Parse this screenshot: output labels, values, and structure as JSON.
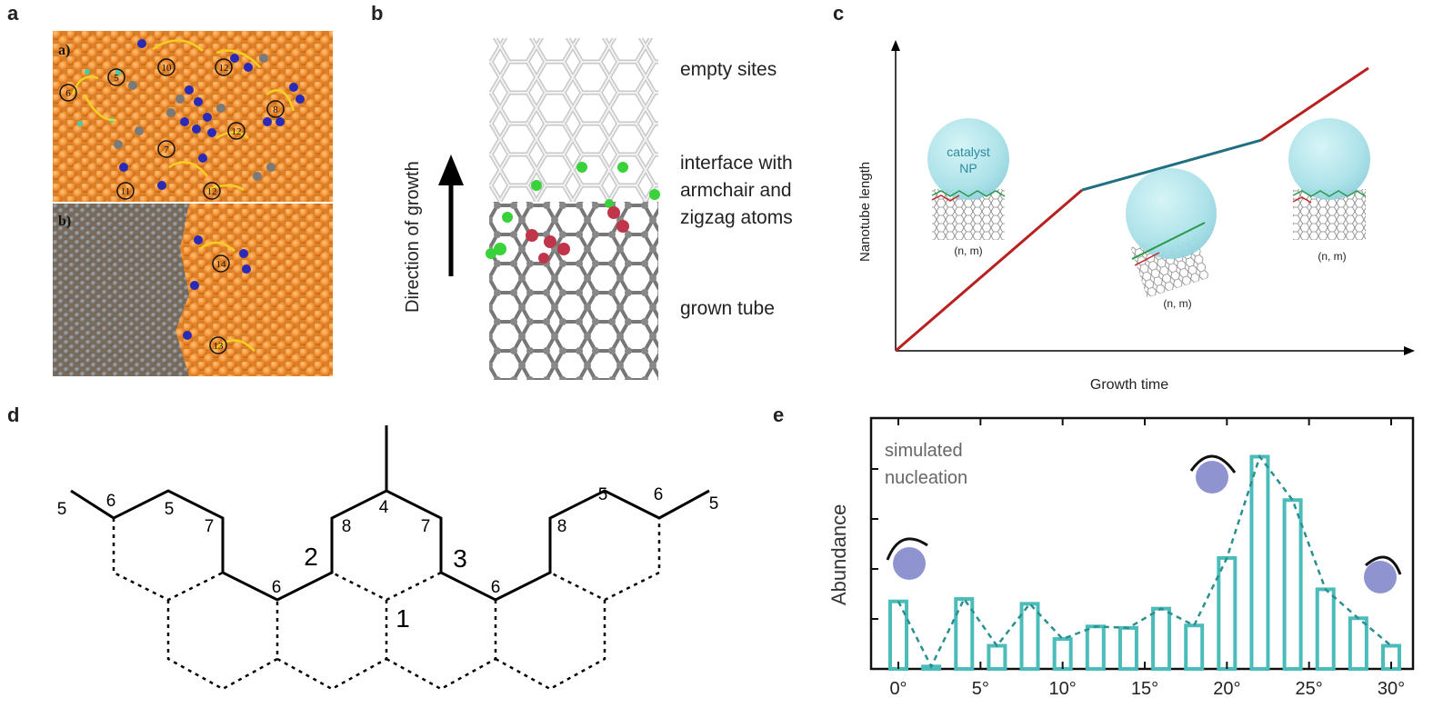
{
  "panels": {
    "a": {
      "label": "a",
      "sub_a": "a)",
      "sub_b": "b)",
      "site_numbers_top": [
        "10",
        "12",
        "5",
        "6",
        "8",
        "12",
        "7",
        "11",
        "12"
      ],
      "site_numbers_bottom": [
        "14",
        "13"
      ]
    },
    "b": {
      "label": "b",
      "arrow_label": "Direction of growth",
      "annotation_top": "empty sites",
      "annotation_mid": [
        "interface with",
        "armchair and",
        "zigzag atoms"
      ],
      "annotation_bottom": "grown tube"
    },
    "c": {
      "label": "c",
      "ylabel": "Nanotube length",
      "xlabel": "Growth time",
      "np_label": [
        "catalyst",
        "NP"
      ],
      "chirality_labels": [
        "(n, m)",
        "(n, m)",
        "(n, m)"
      ]
    },
    "d": {
      "label": "d",
      "numbers": [
        "5",
        "6",
        "5",
        "7",
        "6",
        "8",
        "4",
        "7",
        "6",
        "8",
        "5",
        "6",
        "5"
      ],
      "big_numbers": [
        "2",
        "1",
        "3"
      ]
    },
    "e": {
      "label": "e",
      "ylabel": "Abundance",
      "annotation": [
        "simulated",
        "nucleation"
      ]
    }
  },
  "chart_data": [
    {
      "type": "line",
      "xlabel": "Growth time",
      "ylabel": "Nanotube length",
      "series": [
        {
          "x": [
            0,
            1,
            2,
            3
          ],
          "y": [
            0,
            5.8,
            7.6,
            10.2
          ]
        }
      ],
      "colors": [
        "#b8211f",
        "#1f6f80",
        "#b8211f"
      ]
    },
    {
      "type": "bar",
      "xlabel": "",
      "ylabel": "Abundance",
      "categories": [
        "0°",
        "2°",
        "4°",
        "6°",
        "8°",
        "10°",
        "12°",
        "14°",
        "16°",
        "18°",
        "20°",
        "22°",
        "24°",
        "26°",
        "28°",
        "30°"
      ],
      "tick_labels": [
        "0°",
        "5°",
        "10°",
        "15°",
        "20°",
        "25°",
        "30°"
      ],
      "values": [
        1.4,
        0.05,
        1.45,
        0.48,
        1.35,
        0.62,
        0.88,
        0.85,
        1.25,
        0.9,
        2.3,
        4.4,
        3.5,
        1.65,
        1.05,
        0.48
      ],
      "ylim": [
        0,
        5.2
      ],
      "color": "#4bbcb9"
    }
  ]
}
